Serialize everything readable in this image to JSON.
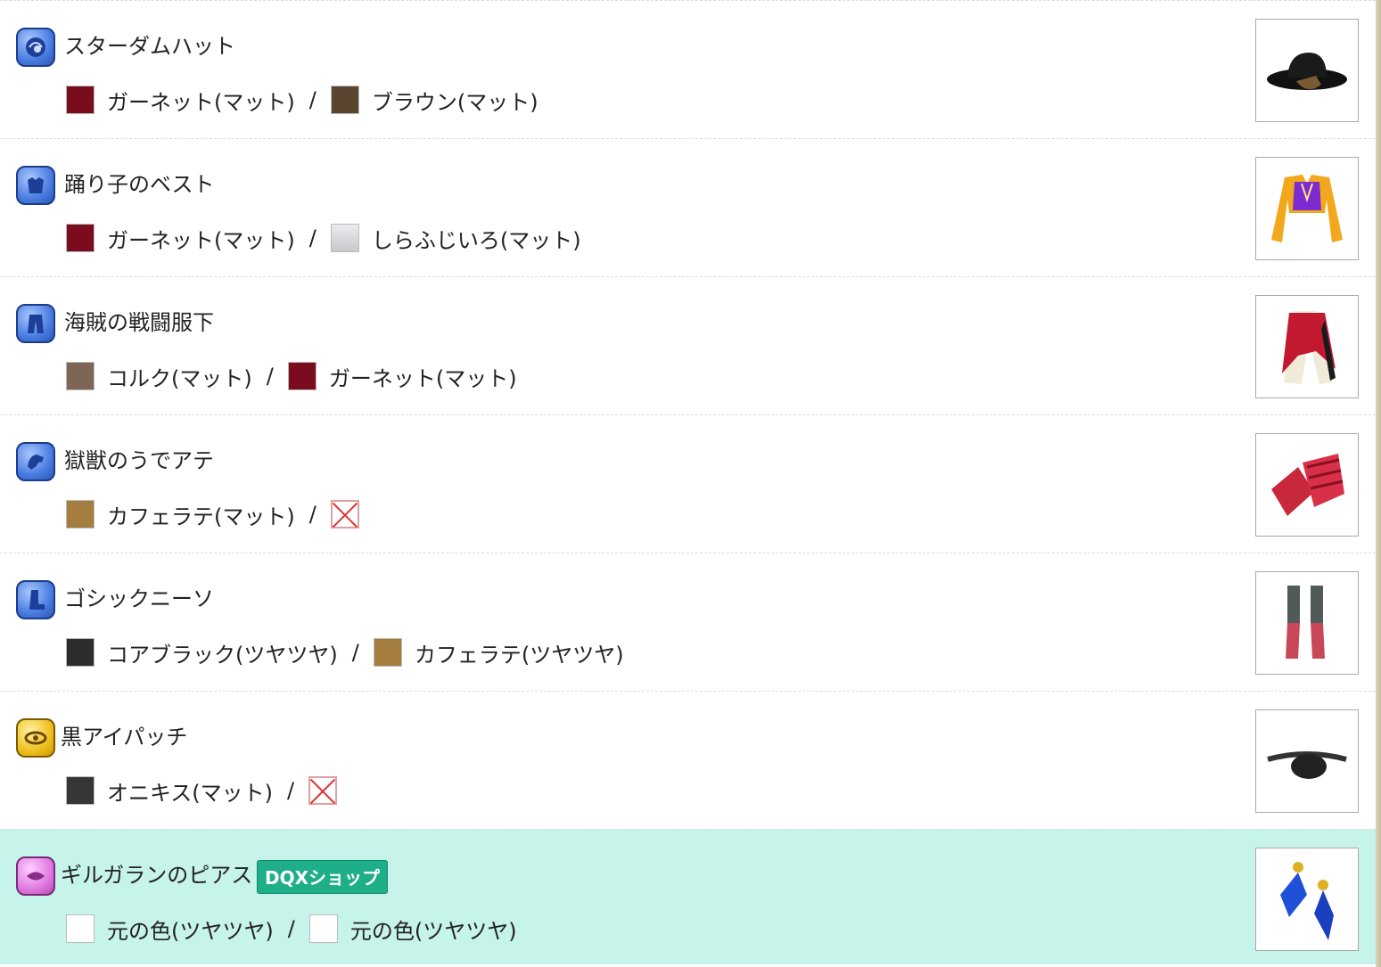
{
  "items": [
    {
      "name": "スターダムハット",
      "slot_icon": "hat-slot-icon",
      "image": "stardom-hat-image",
      "color1": {
        "label": "ガーネット(マット)",
        "hex": "#7a0c1e"
      },
      "color2": {
        "label": "ブラウン(マット)",
        "hex": "#5a4630"
      }
    },
    {
      "name": "踊り子のベスト",
      "slot_icon": "body-top-slot-icon",
      "image": "dancer-vest-image",
      "color1": {
        "label": "ガーネット(マット)",
        "hex": "#7a0c1e"
      },
      "color2": {
        "label": "しらふじいろ(マット)",
        "hex": "#dcdbe0"
      }
    },
    {
      "name": "海賊の戦闘服下",
      "slot_icon": "body-bottom-slot-icon",
      "image": "pirate-pants-image",
      "color1": {
        "label": "コルク(マット)",
        "hex": "#7d6656"
      },
      "color2": {
        "label": "ガーネット(マット)",
        "hex": "#7a0c1e"
      }
    },
    {
      "name": "獄獣のうでアテ",
      "slot_icon": "arm-slot-icon",
      "image": "beast-arm-guard-image",
      "color1": {
        "label": "カフェラテ(マット)",
        "hex": "#a57d3f"
      },
      "color2": {
        "label": "",
        "hex": "none"
      }
    },
    {
      "name": "ゴシックニーソ",
      "slot_icon": "leg-slot-icon",
      "image": "gothic-knee-socks-image",
      "color1": {
        "label": "コアブラック(ツヤツヤ)",
        "hex": "#2c2c2c"
      },
      "color2": {
        "label": "カフェラテ(ツヤツヤ)",
        "hex": "#a57d3f"
      }
    },
    {
      "name": "黒アイパッチ",
      "slot_icon": "face-accessory-slot-icon",
      "image": "black-eyepatch-image",
      "color1": {
        "label": "オニキス(マット)",
        "hex": "#363636"
      },
      "color2": {
        "label": "",
        "hex": "none"
      }
    },
    {
      "name": "ギルガランのピアス",
      "shop_badge": "DQXショップ",
      "slot_icon": "earring-slot-icon",
      "image": "gilgaran-earring-image",
      "color1": {
        "label": "元の色(ツヤツヤ)",
        "hex": "#ffffff"
      },
      "color2": {
        "label": "元の色(ツヤツヤ)",
        "hex": "#ffffff"
      }
    }
  ],
  "separator": "/",
  "colors": {
    "highlight_row_bg": "#c6f3ea",
    "shop_badge_bg": "#1fae8a",
    "slot_icon_blue": "#4a7de0",
    "slot_icon_gold": "#f0c020",
    "slot_icon_pink": "#e07ae0"
  }
}
